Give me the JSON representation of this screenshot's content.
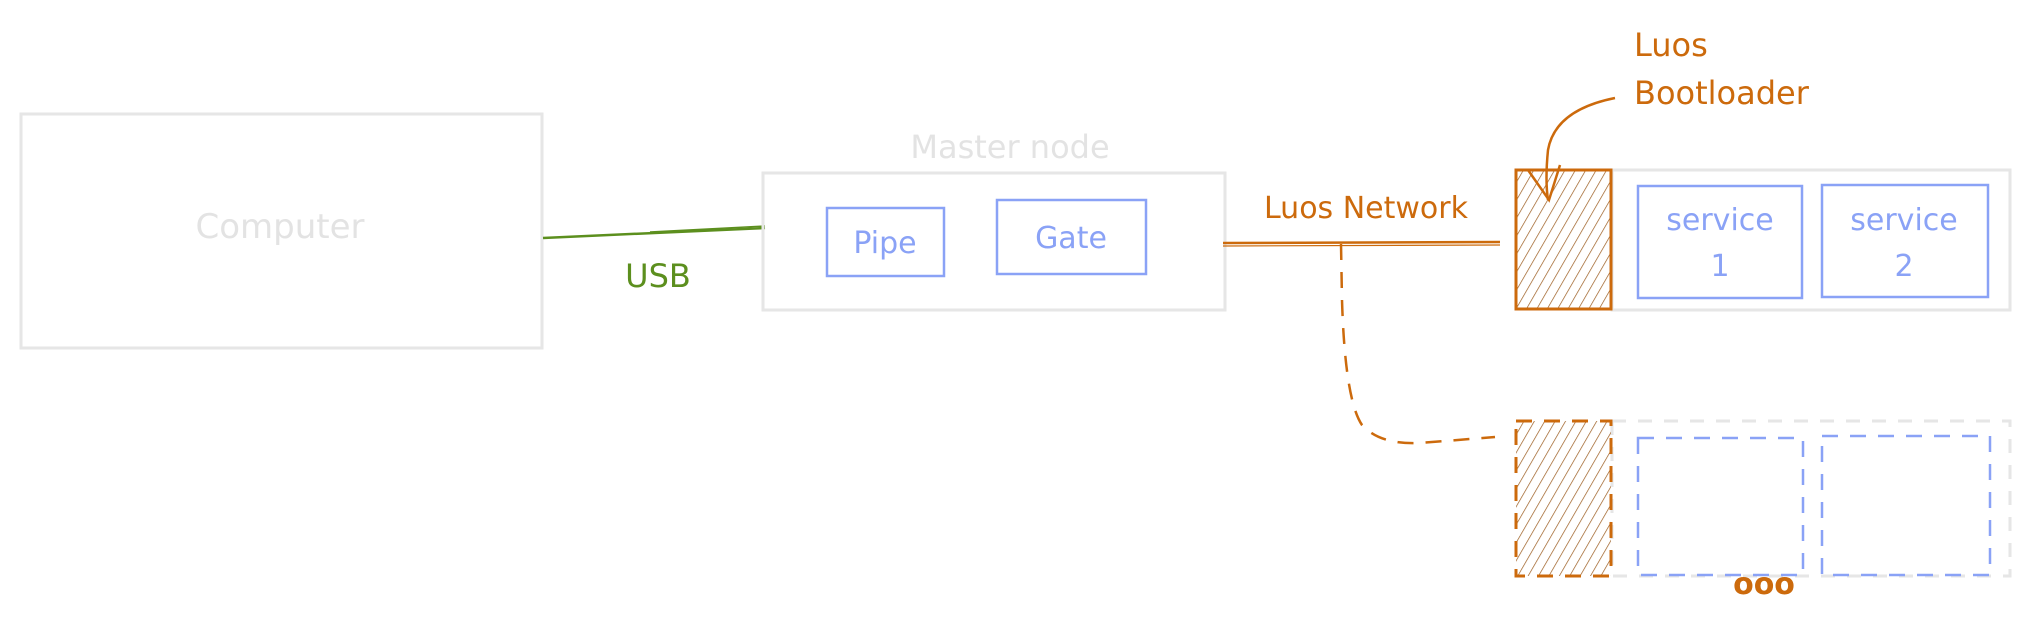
{
  "diagram": {
    "nodes": {
      "computer": {
        "label": "Computer"
      },
      "master_node": {
        "label": "Master node",
        "services": [
          {
            "label": "Pipe"
          },
          {
            "label": "Gate"
          }
        ]
      },
      "node_1": {
        "bootloader_label": "Luos Bootloader",
        "services": [
          {
            "label": "service",
            "number": "1"
          },
          {
            "label": "service",
            "number": "2"
          }
        ]
      },
      "node_2": {
        "placeholder": true
      }
    },
    "edges": {
      "usb": {
        "label": "USB"
      },
      "network": {
        "label": "Luos Network"
      }
    },
    "annotations": {
      "bootloader_line1": "Luos",
      "bootloader_line2": "Bootloader",
      "more_nodes": "ooo"
    },
    "colors": {
      "inactive_gray": "#e3e3e3",
      "service_blue": "#8aa2f6",
      "luos_orange": "#cc6a0c",
      "usb_green": "#5c8f1e"
    }
  }
}
